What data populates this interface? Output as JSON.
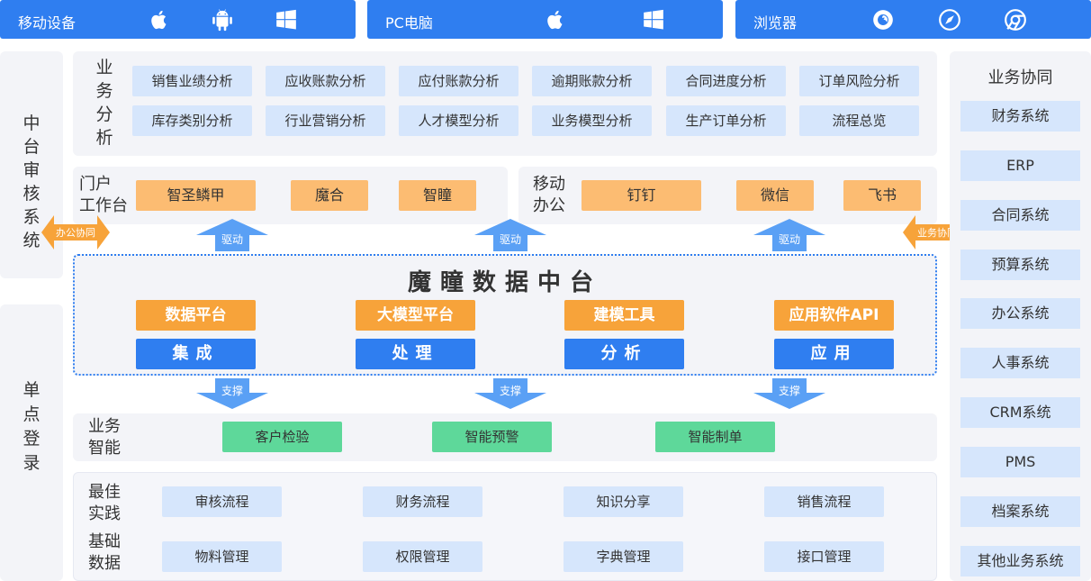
{
  "top": {
    "mobile": {
      "title": "移动设备"
    },
    "pc": {
      "title": "PC电脑"
    },
    "browser": {
      "title": "浏览器"
    }
  },
  "left": {
    "middle_platform": "中台审核系统",
    "sso": "单点登录"
  },
  "business_analysis": {
    "label": "业务分析",
    "row1": [
      "销售业绩分析",
      "应收账款分析",
      "应付账款分析",
      "逾期账款分析",
      "合同进度分析",
      "订单风险分析"
    ],
    "row2": [
      "库存类别分析",
      "行业营销分析",
      "人才模型分析",
      "业务模型分析",
      "生产订单分析",
      "流程总览"
    ]
  },
  "portal": {
    "label1": "门户",
    "label2": "工作台",
    "items": [
      "智圣鳞甲",
      "魔合",
      "智瞳"
    ]
  },
  "mobile_office": {
    "label1": "移动",
    "label2": "办公",
    "items": [
      "钉钉",
      "微信",
      "飞书"
    ]
  },
  "arrows": {
    "drive": "驱动",
    "support": "支撑",
    "office_collab": "办公协同",
    "biz_collab": "业务协同"
  },
  "data_center": {
    "title": "魔瞳数据中台",
    "platforms": [
      "数据平台",
      "大模型平台",
      "建模工具",
      "应用软件API"
    ],
    "functions": [
      "集成",
      "处理",
      "分析",
      "应用"
    ]
  },
  "biz_intel": {
    "label1": "业务",
    "label2": "智能",
    "items": [
      "客户检验",
      "智能预警",
      "智能制单"
    ]
  },
  "best_practice": {
    "label1": "最佳",
    "label2": "实践",
    "items": [
      "审核流程",
      "财务流程",
      "知识分享",
      "销售流程"
    ]
  },
  "base_data": {
    "label1": "基础",
    "label2": "数据",
    "items": [
      "物料管理",
      "权限管理",
      "字典管理",
      "接口管理"
    ]
  },
  "collab": {
    "title": "业务协同",
    "items": [
      "财务系统",
      "ERP",
      "合同系统",
      "预算系统",
      "办公系统",
      "人事系统",
      "CRM系统",
      "PMS",
      "档案系统",
      "其他业务系统"
    ]
  },
  "colors": {
    "blue": "#2f7ef0",
    "light_blue": "#d6e6fc",
    "orange": "#f7a33a",
    "light_orange": "#fcbc72",
    "green": "#5ed89a",
    "panel": "#f3f4f8"
  }
}
